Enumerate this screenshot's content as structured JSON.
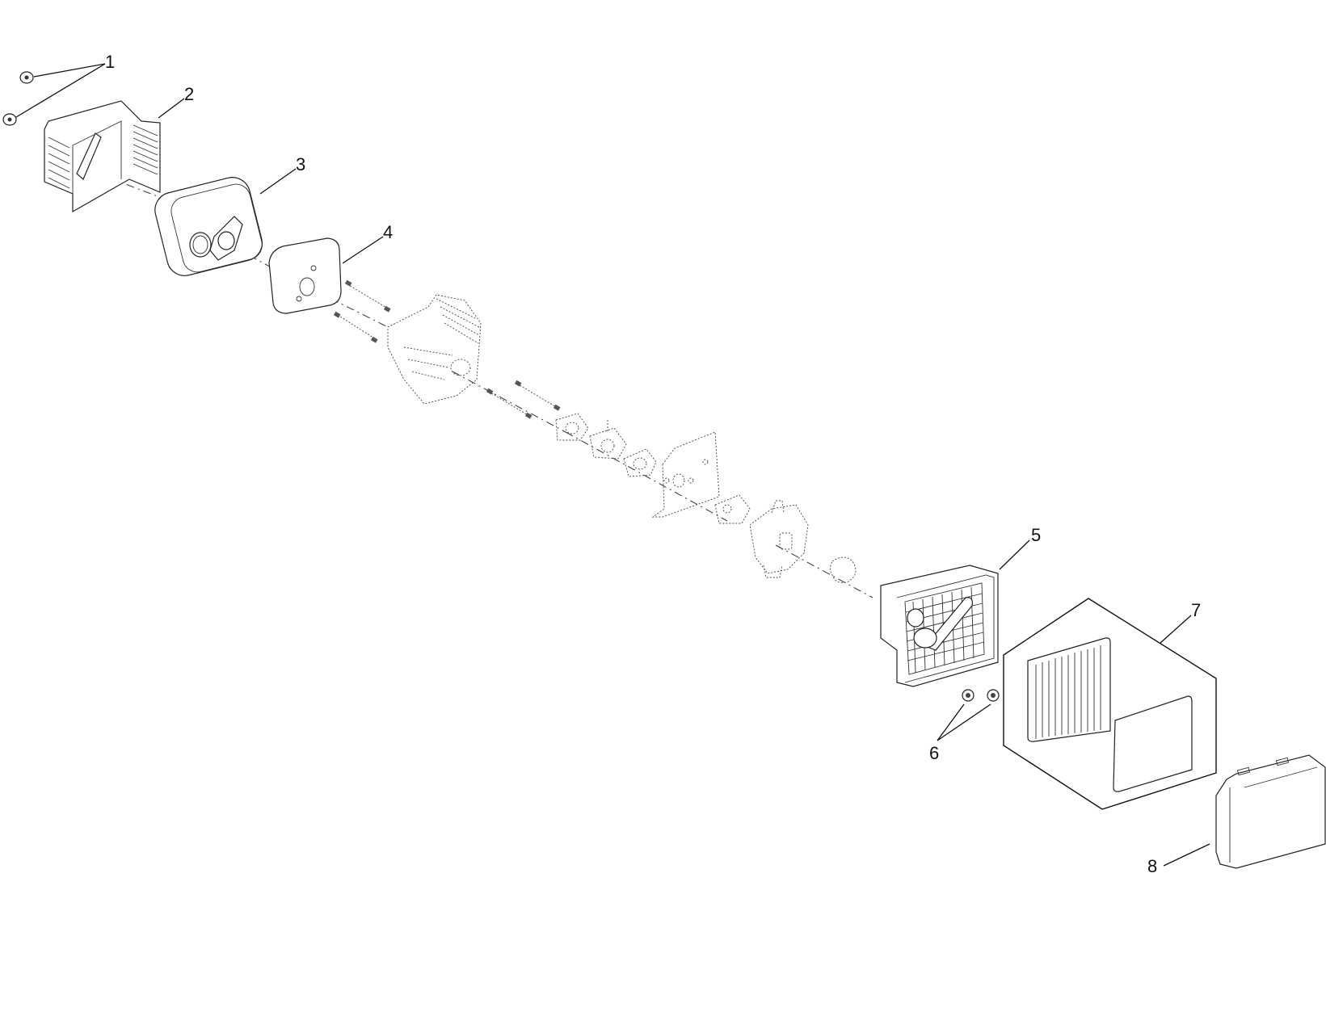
{
  "diagram": {
    "type": "exploded-parts-diagram",
    "subject": "engine exhaust and air intake assembly",
    "callouts": [
      {
        "number": "1",
        "part": "nut (x2)"
      },
      {
        "number": "2",
        "part": "muffler guard"
      },
      {
        "number": "3",
        "part": "muffler"
      },
      {
        "number": "4",
        "part": "muffler gasket"
      },
      {
        "number": "5",
        "part": "air cleaner base"
      },
      {
        "number": "6",
        "part": "nut (x2)"
      },
      {
        "number": "7",
        "part": "air filter kit (pleated filter + pre-filter)"
      },
      {
        "number": "8",
        "part": "air cleaner cover"
      }
    ],
    "unlabeled_parts": [
      "cylinder head",
      "studs (x4)",
      "intake gasket",
      "intake spacer",
      "carburetor gasket",
      "heat shield plate",
      "gasket",
      "carburetor",
      "o-ring gasket"
    ],
    "colors": {
      "line": "#222222",
      "background": "#ffffff"
    }
  }
}
